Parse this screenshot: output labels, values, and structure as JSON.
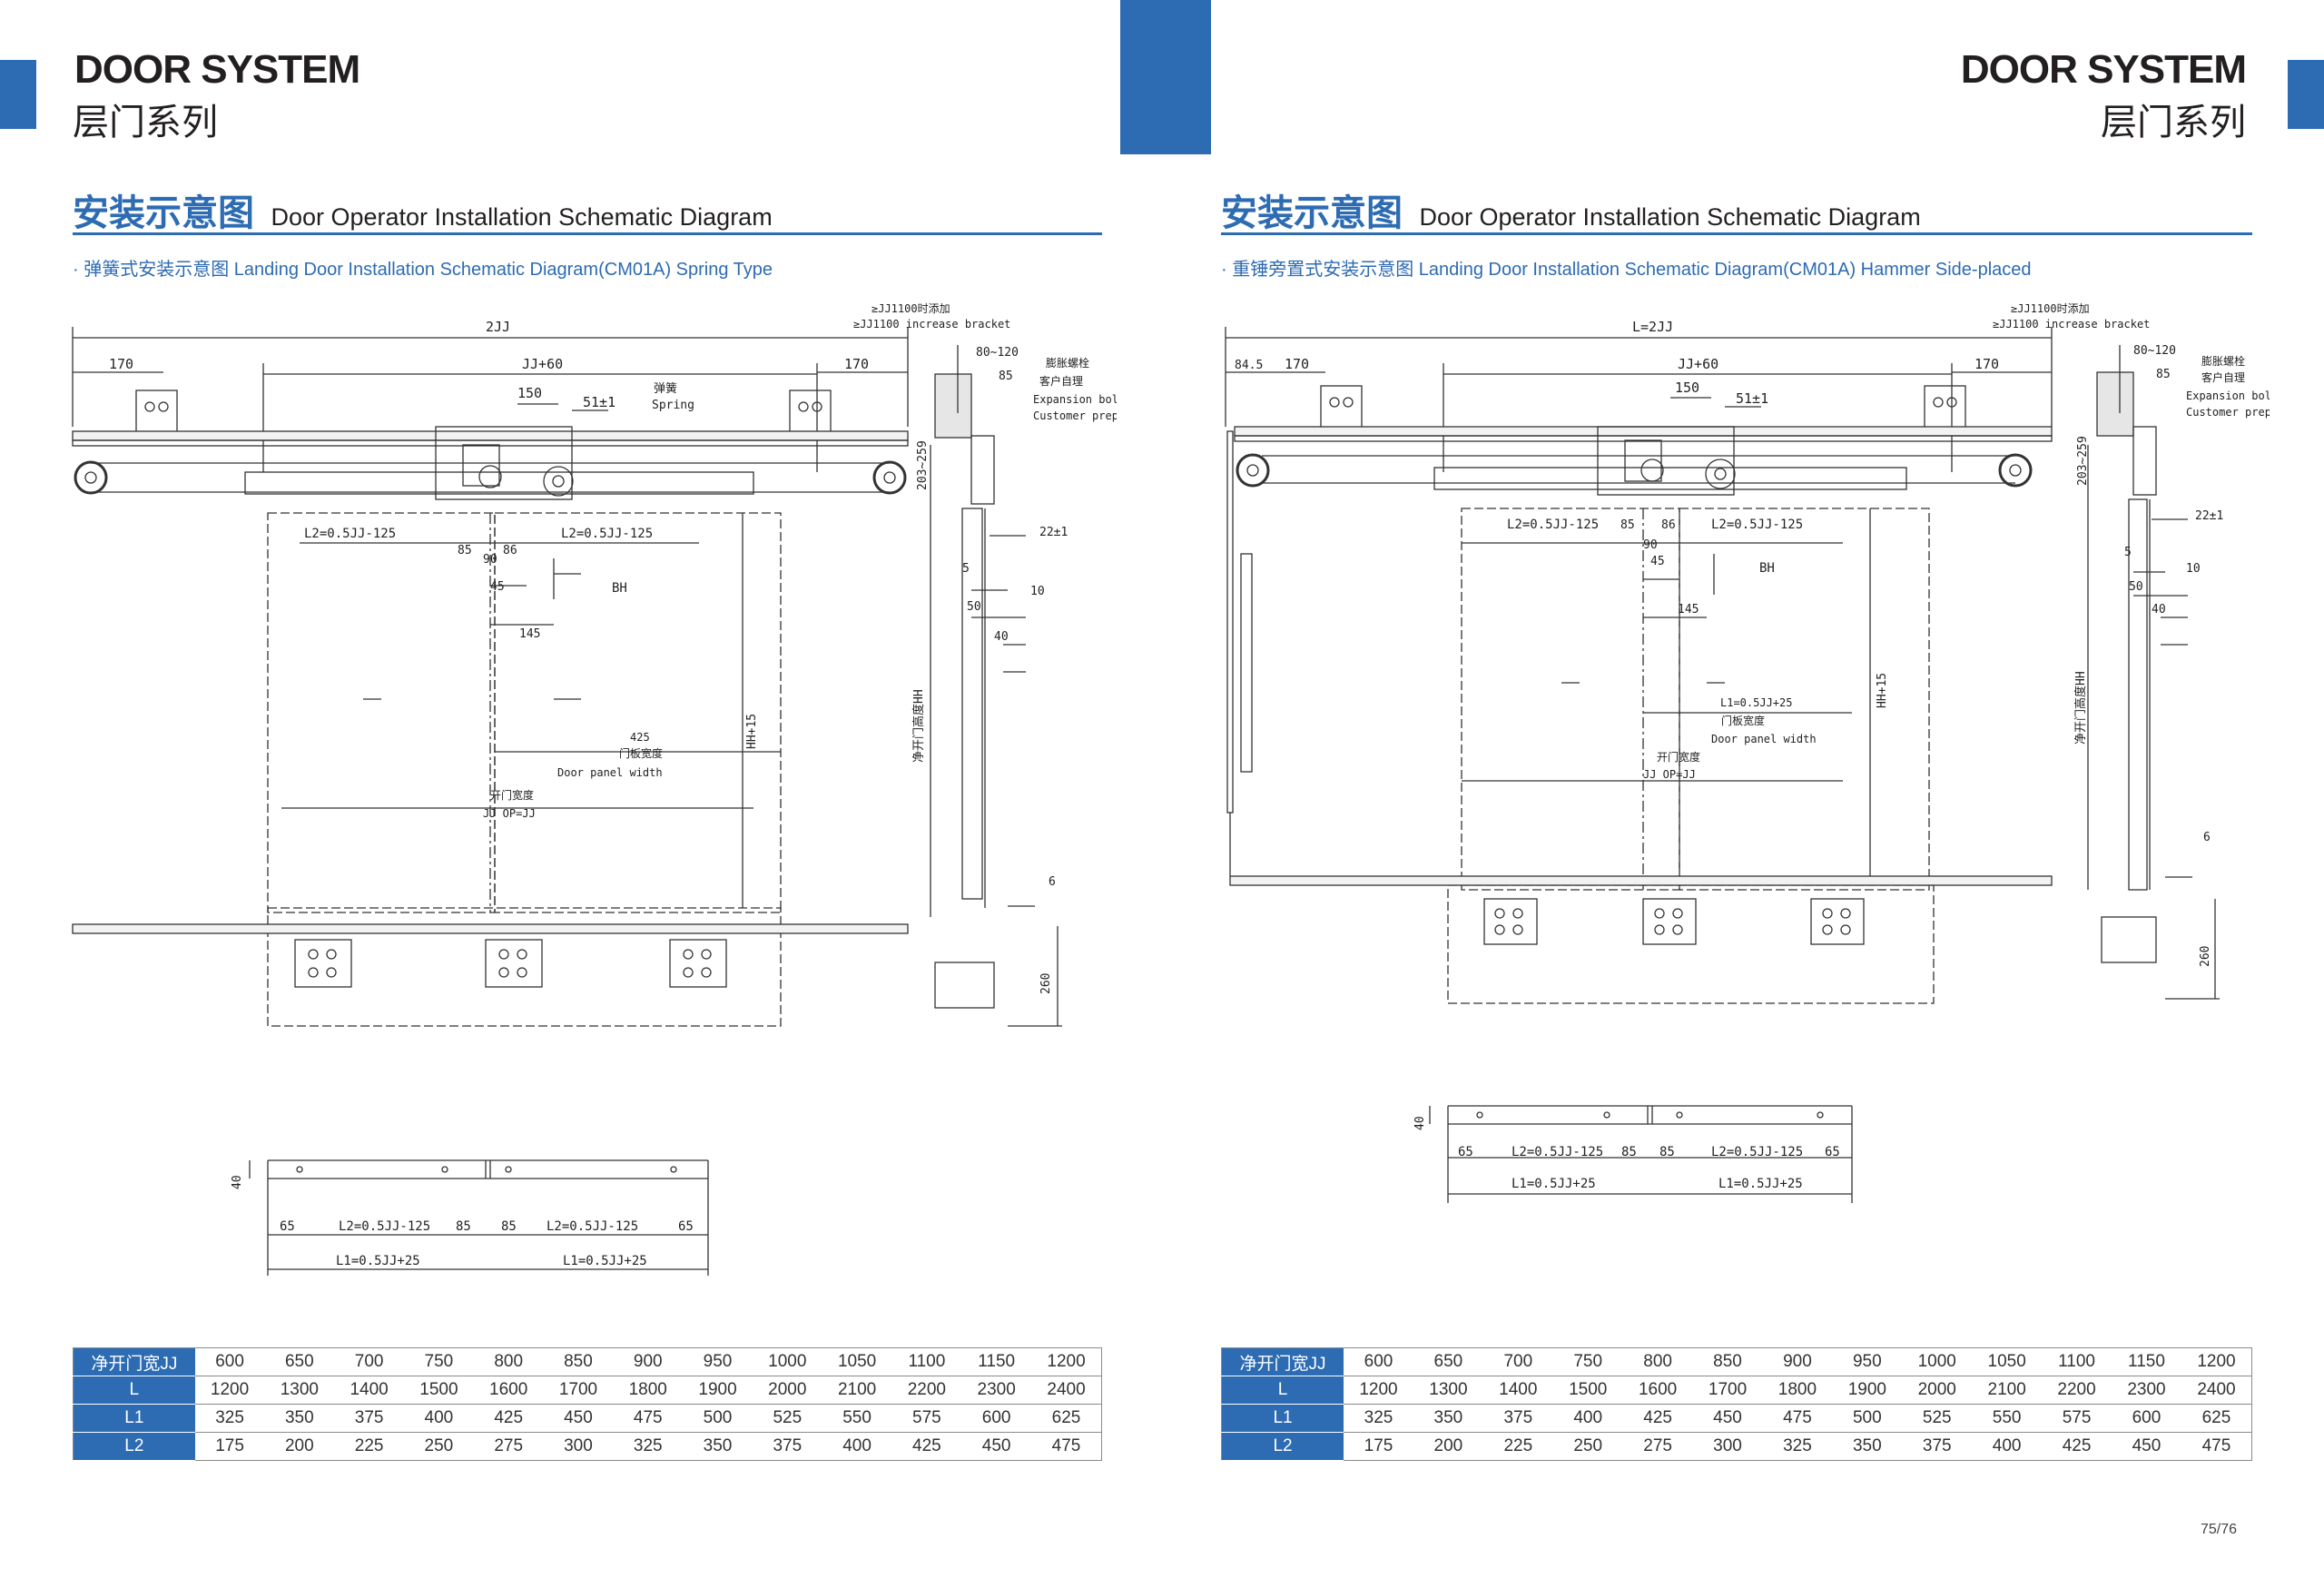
{
  "brand": {
    "en": "DOOR SYSTEM",
    "cn": "层门系列"
  },
  "section": {
    "title_cn": "安装示意图",
    "title_en": "Door Operator Installation Schematic Diagram"
  },
  "left": {
    "subtitle": "· 弹簧式安装示意图  Landing Door Installation Schematic Diagram(CM01A) Spring Type",
    "labels": {
      "dim_2jj": "2JJ",
      "dim_170a": "170",
      "dim_170b": "170",
      "dim_jj60": "JJ+60",
      "dim_150": "150",
      "dim_51": "51±1",
      "spring_cn": "弹簧",
      "spring_en": "Spring",
      "increase_cn": "≥JJ1100时添加",
      "increase_en": "≥JJ1100 increase bracket",
      "dim_80_120": "80~120",
      "dim_85": "85",
      "bolt_cn": "膨胀螺栓",
      "prep_cn": "客户自理",
      "bolt_en": "Expansion bolt",
      "prep_en": "Customer prep",
      "dim_203": "203~259",
      "dim_22": "22±1",
      "dim_5": "5",
      "dim_10": "10",
      "dim_50": "50",
      "dim_40": "40",
      "dim_6": "6",
      "dim_260": "260",
      "hh": "净开门高度HH",
      "hh15": "HH+15",
      "l2a": "L2=0.5JJ-125",
      "l2b": "L2=0.5JJ-125",
      "d85a": "85",
      "d86": "86",
      "d90": "90",
      "d45": "45",
      "bh": "BH",
      "d145": "145",
      "d425": "425",
      "panel_cn": "门板宽度",
      "panel_en": "Door panel width",
      "open_cn": "开门宽度",
      "open_en": "JJ OP=JJ",
      "s40": "40",
      "s65a": "65",
      "s65b": "65",
      "s85a": "85",
      "s85b": "85",
      "sl2a": "L2=0.5JJ-125",
      "sl2b": "L2=0.5JJ-125",
      "sl1a": "L1=0.5JJ+25",
      "sl1b": "L1=0.5JJ+25"
    }
  },
  "right": {
    "subtitle": "· 重锤旁置式安装示意图  Landing Door Installation Schematic Diagram(CM01A) Hammer Side-placed",
    "labels": {
      "dim_l2jj": "L=2JJ",
      "dim_845": "84.5",
      "dim_170a": "170",
      "dim_170b": "170",
      "dim_jj60": "JJ+60",
      "dim_150": "150",
      "dim_51": "51±1",
      "increase_cn": "≥JJ1100时添加",
      "increase_en": "≥JJ1100 increase bracket",
      "dim_80_120": "80~120",
      "dim_85": "85",
      "bolt_cn": "膨胀螺栓",
      "prep_cn": "客户自理",
      "bolt_en": "Expansion bolt",
      "prep_en": "Customer prep",
      "dim_203": "203~259",
      "dim_22": "22±1",
      "dim_5": "5",
      "dim_10": "10",
      "dim_50": "50",
      "dim_40": "40",
      "dim_6": "6",
      "dim_260": "260",
      "hh": "净开门高度HH",
      "hh15": "HH+15",
      "l2a": "L2=0.5JJ-125",
      "l2b": "L2=0.5JJ-125",
      "d85": "85",
      "d86": "86",
      "d90": "90",
      "d45": "45",
      "bh": "BH",
      "d145": "145",
      "l1": "L1=0.5JJ+25",
      "panel_cn": "门板宽度",
      "panel_en": "Door panel width",
      "open_cn": "开门宽度",
      "open_en": "JJ OP=JJ",
      "s40": "40",
      "s65a": "65",
      "s65b": "65",
      "s85a": "85",
      "s85b": "85",
      "sl2a": "L2=0.5JJ-125",
      "sl2b": "L2=0.5JJ-125",
      "sl1a": "L1=0.5JJ+25",
      "sl1b": "L1=0.5JJ+25"
    }
  },
  "table": {
    "rows": [
      {
        "label": "净开门宽JJ",
        "values": [
          "600",
          "650",
          "700",
          "750",
          "800",
          "850",
          "900",
          "950",
          "1000",
          "1050",
          "1100",
          "1150",
          "1200"
        ]
      },
      {
        "label": "L",
        "values": [
          "1200",
          "1300",
          "1400",
          "1500",
          "1600",
          "1700",
          "1800",
          "1900",
          "2000",
          "2100",
          "2200",
          "2300",
          "2400"
        ]
      },
      {
        "label": "L1",
        "values": [
          "325",
          "350",
          "375",
          "400",
          "425",
          "450",
          "475",
          "500",
          "525",
          "550",
          "575",
          "600",
          "625"
        ]
      },
      {
        "label": "L2",
        "values": [
          "175",
          "200",
          "225",
          "250",
          "275",
          "300",
          "325",
          "350",
          "375",
          "400",
          "425",
          "450",
          "475"
        ]
      }
    ]
  },
  "page_number": "75/76",
  "colors": {
    "accent": "#2d6bb3",
    "text": "#231f20"
  }
}
